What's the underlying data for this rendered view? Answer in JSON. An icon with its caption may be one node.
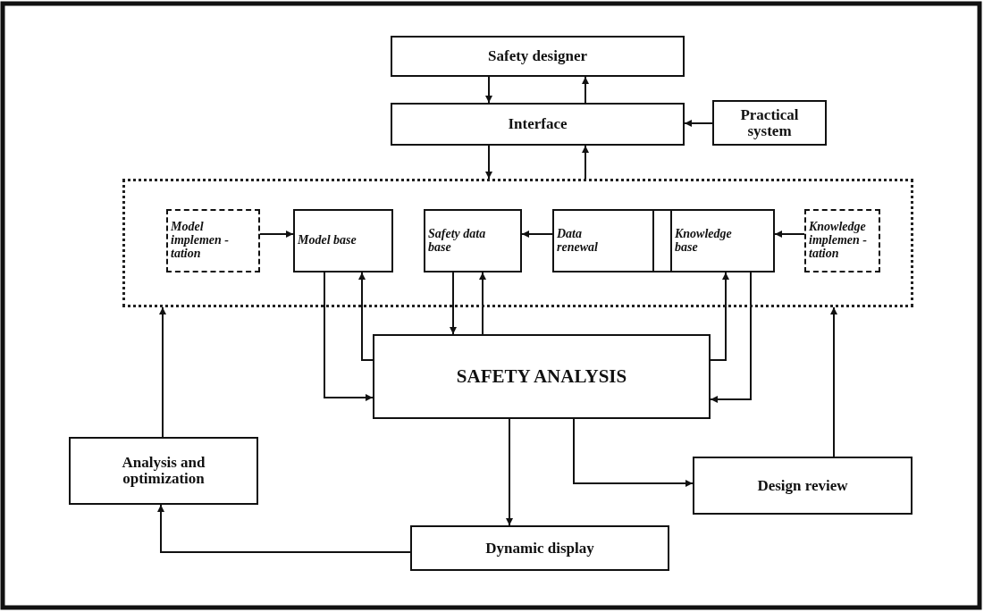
{
  "diagram": {
    "nodes": [
      {
        "text": [
          "Safety designer"
        ]
      },
      {
        "text": [
          "Interface"
        ]
      },
      {
        "text": [
          "Practical system"
        ]
      },
      {
        "text": [],
        "shape": "box"
      },
      {
        "text": [
          "Model implemen -tation"
        ],
        "in": 3
      },
      {
        "text": [
          "Model base"
        ],
        "in": 3
      },
      {
        "text": [
          "Safety data base"
        ],
        "in": 3
      },
      {
        "text": [
          "Data renewal"
        ],
        "in": 3
      },
      {
        "text": [
          "Knowledge base"
        ],
        "in": 3
      },
      {
        "text": [
          "Knowledge implemen -tation"
        ],
        "in": 3
      },
      {
        "text": [
          "SAFETY ANALYSIS"
        ]
      },
      {
        "text": [
          "Analysis and optimization"
        ]
      },
      {
        "text": [
          "Design review"
        ]
      },
      {
        "text": [
          "Dynamic display"
        ]
      }
    ],
    "edges": [
      {
        "from": 0,
        "to": 1,
        "arrow": "to"
      },
      {
        "from": 1,
        "to": 0,
        "arrow": "to"
      },
      {
        "from": 2,
        "to": 1,
        "arrow": "to"
      },
      {
        "from": 1,
        "to": 3,
        "arrow": "to"
      },
      {
        "from": 3,
        "to": 1,
        "arrow": "to"
      },
      {
        "from": 4,
        "to": 5,
        "arrow": "to"
      },
      {
        "from": 7,
        "to": 6,
        "arrow": "to"
      },
      {
        "from": 9,
        "to": 8,
        "arrow": "to"
      },
      {
        "from": 5,
        "to": 10,
        "arrow": "to"
      },
      {
        "from": 10,
        "to": 5,
        "arrow": "to"
      },
      {
        "from": 6,
        "to": 10,
        "arrow": "to"
      },
      {
        "from": 10,
        "to": 6,
        "arrow": "to"
      },
      {
        "from": 10,
        "to": 8,
        "arrow": "to"
      },
      {
        "from": 8,
        "to": 10,
        "arrow": "to"
      },
      {
        "from": 10,
        "to": 13,
        "arrow": "to"
      },
      {
        "from": 10,
        "to": 12,
        "arrow": "to"
      },
      {
        "from": 13,
        "to": 11,
        "arrow": "to"
      },
      {
        "from": 11,
        "to": 3,
        "arrow": "to"
      },
      {
        "from": 12,
        "to": 3,
        "arrow": "to"
      }
    ]
  }
}
